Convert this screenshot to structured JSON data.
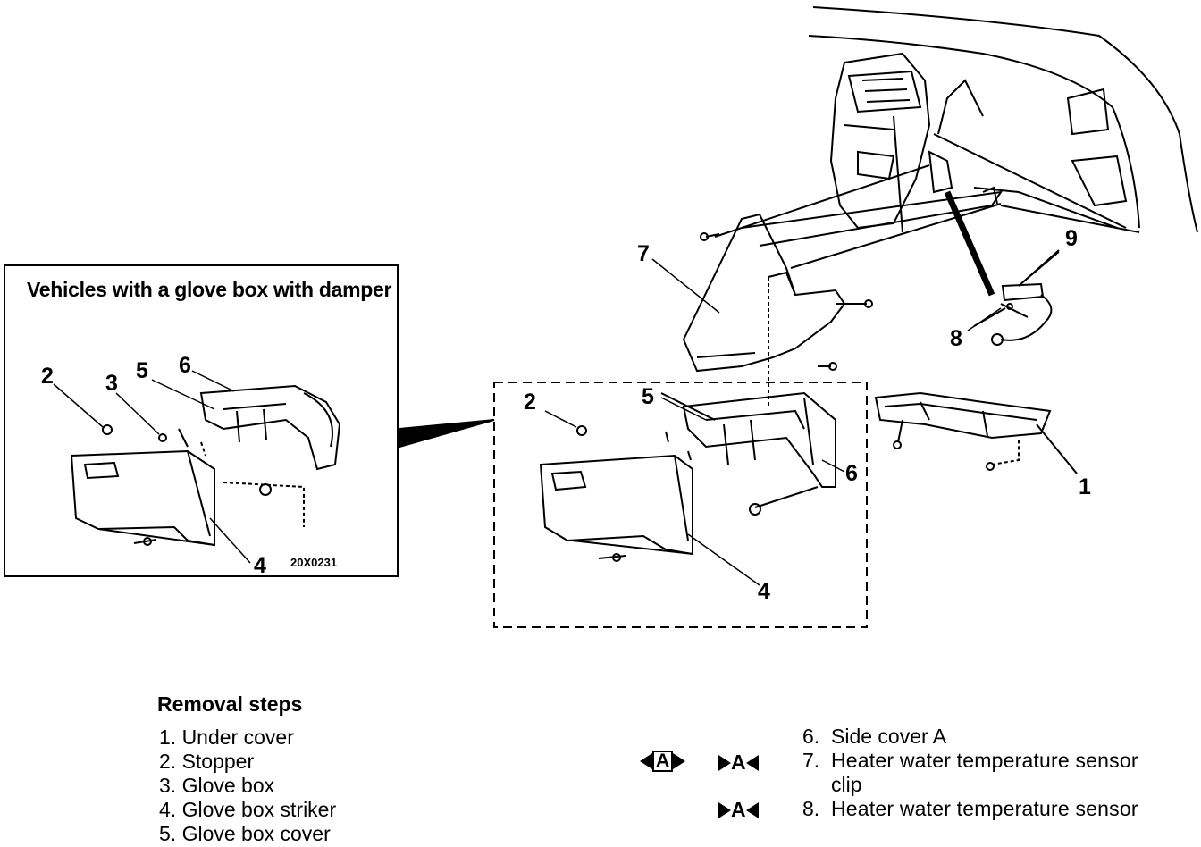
{
  "inset": {
    "title": "Vehicles with a glove box with damper",
    "code": "20X0231",
    "callouts": [
      "2",
      "3",
      "5",
      "6",
      "4"
    ]
  },
  "main": {
    "callouts": [
      "1",
      "2",
      "4",
      "5",
      "6",
      "7",
      "8",
      "9"
    ]
  },
  "removal": {
    "heading": "Removal steps",
    "steps_left": [
      "1. Under cover",
      "2. Stopper",
      "3. Glove box",
      "4. Glove box striker",
      "5. Glove box cover"
    ],
    "steps_right": [
      {
        "num": "6.",
        "text": "Side cover A"
      },
      {
        "num": "7.",
        "text": "Heater water temperature sensor"
      },
      {
        "num": "",
        "text": "clip"
      },
      {
        "num": "8.",
        "text": "Heater water temperature sensor"
      }
    ],
    "markers": {
      "boxed_letter": "A",
      "arrow_letter": "A"
    }
  }
}
